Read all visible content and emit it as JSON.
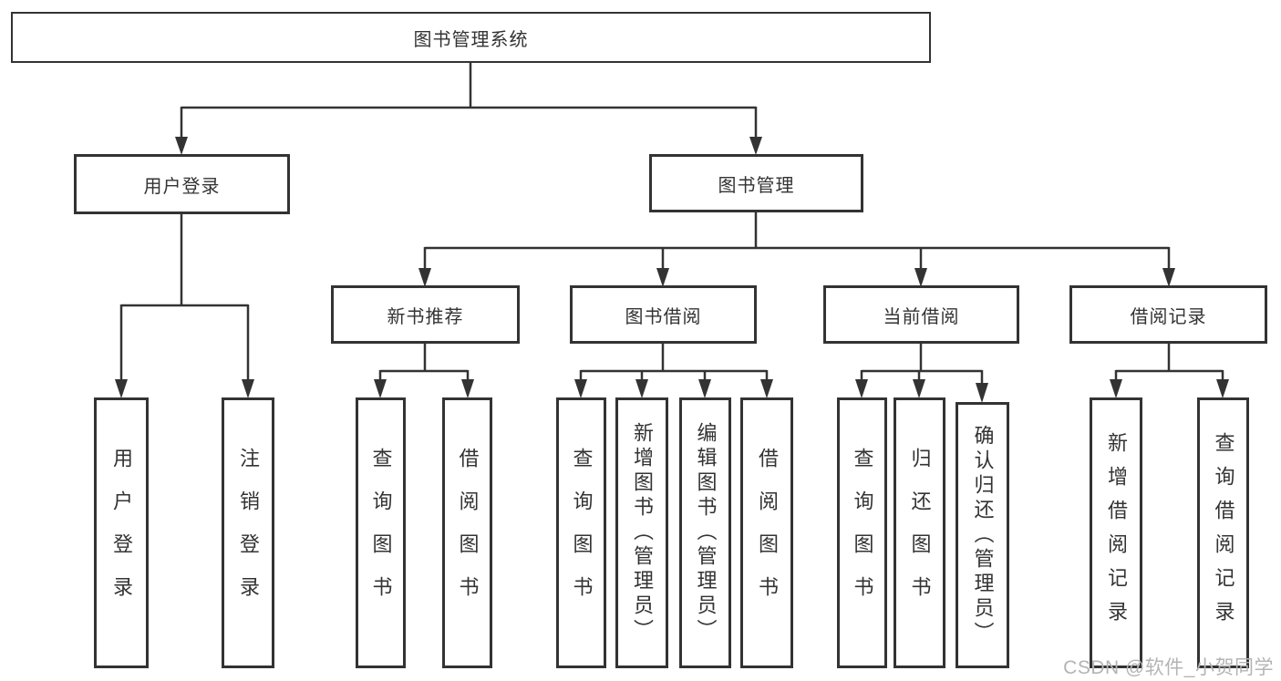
{
  "diagram": {
    "root": "图书管理系统",
    "children": [
      {
        "label": "用户登录",
        "children": [
          "用户登录",
          "注销登录"
        ]
      },
      {
        "label": "图书管理",
        "children": [
          {
            "label": "新书推荐",
            "children": [
              "查询图书",
              "借阅图书"
            ]
          },
          {
            "label": "图书借阅",
            "children": [
              "查询图书",
              "新增图书（管理员）",
              "编辑图书（管理员）",
              "借阅图书"
            ]
          },
          {
            "label": "当前借阅",
            "children": [
              "查询图书",
              "归还图书",
              "确认归还（管理员）"
            ]
          },
          {
            "label": "借阅记录",
            "children": [
              "新增借阅记录",
              "查询借阅记录"
            ]
          }
        ]
      }
    ]
  },
  "watermark": {
    "text": "CSDN @软件_小贺同学"
  },
  "colors": {
    "line": "#333333",
    "text": "#333333",
    "box_background": "#ffffff",
    "watermark": "#b4b4b4",
    "background": "#ffffff"
  }
}
